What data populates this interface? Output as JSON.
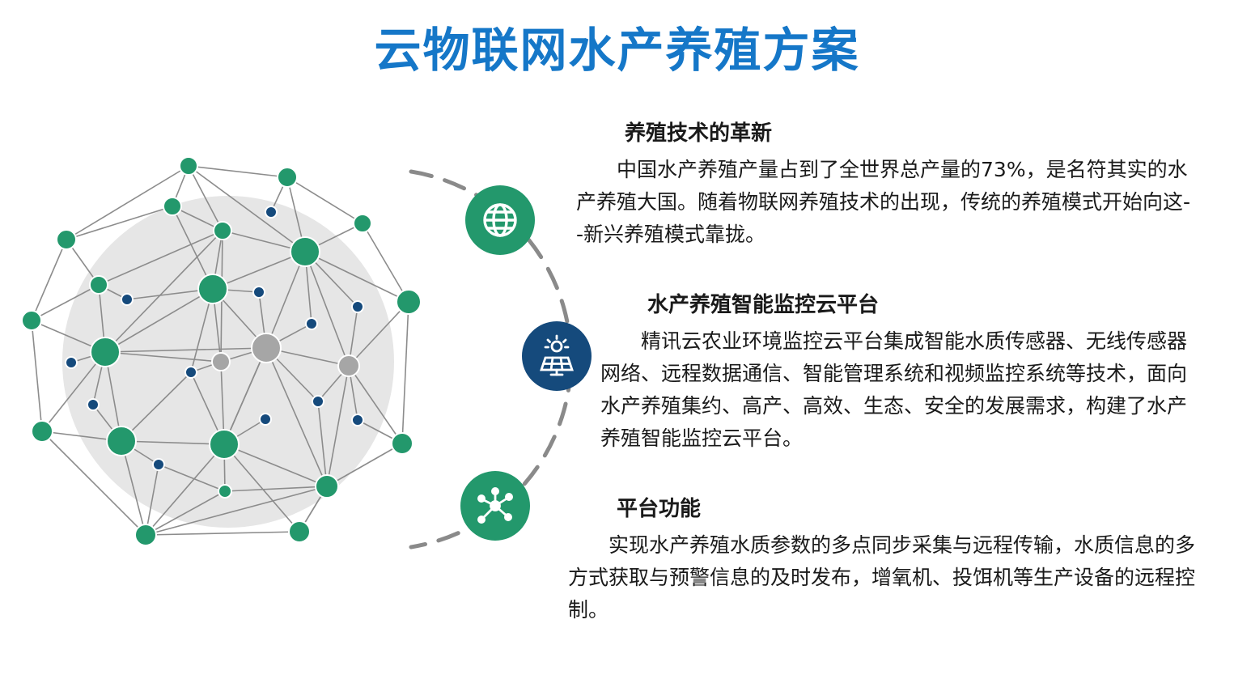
{
  "title": "云物联网水产养殖方案",
  "colors": {
    "title": "#1577c8",
    "green": "#23986c",
    "navy": "#154a7c",
    "gray_node": "#a6a6a6",
    "line": "#8c8c8c",
    "disc": "#e6e6e6"
  },
  "sections": [
    {
      "icon": "globe-icon",
      "heading": "养殖技术的革新",
      "body": "中国水产养殖产量占到了全世界总产量的73%，是名符其实的水产养殖大国。随着物联网养殖技术的出现，传统的养殖模式开始向这--新兴养殖模式靠拢。"
    },
    {
      "icon": "solar-panel-icon",
      "heading": "水产养殖智能监控云平台",
      "body": "精讯云农业环境监控云平台集成智能水质传感器、无线传感器网络、远程数据通信、智能管理系统和视频监控系统等技术，面向水产养殖集约、高产、高效、生态、安全的发展需求，构建了水产养殖智能监控云平台。"
    },
    {
      "icon": "network-hub-icon",
      "heading": "平台功能",
      "body": "实现水产养殖水质参数的多点同步采集与远程传输，水质信息的多方式获取与预警信息的及时发布，增氧机、投饵机等生产设备的远程控制。"
    }
  ]
}
